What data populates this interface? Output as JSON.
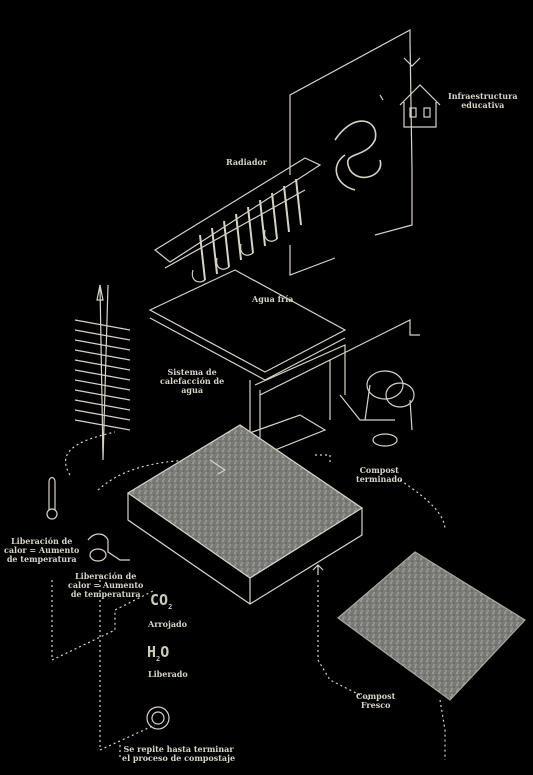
{
  "labels": {
    "infraestructura": "Infraestructura\neducativa",
    "radiador": "Radiador",
    "agua_fria": "Agua fría",
    "sistema_calefaccion": "Sistema de\ncalefacción de\nagua",
    "compost_terminado": "Compost\nterminado",
    "liberacion_1": "Liberación de\ncalor = Aumento\nde temperatura",
    "liberacion_2": "Liberación de\ncalor = Aumento\nde temperatura",
    "arrojado": "Arrojado",
    "liberado": "Liberado",
    "compost_fresco": "Compost\nFresco",
    "se_repite": "Se repite hasta terminar\nel proceso de compostaje"
  },
  "chem": {
    "co2_main": "CO",
    "co2_sub": "2",
    "h2o_h": "H",
    "h2o_sub": "2",
    "h2o_o": "O"
  },
  "colors": {
    "background": "#000000",
    "line": "#d8d3c6",
    "compost": "#8a8a86"
  }
}
